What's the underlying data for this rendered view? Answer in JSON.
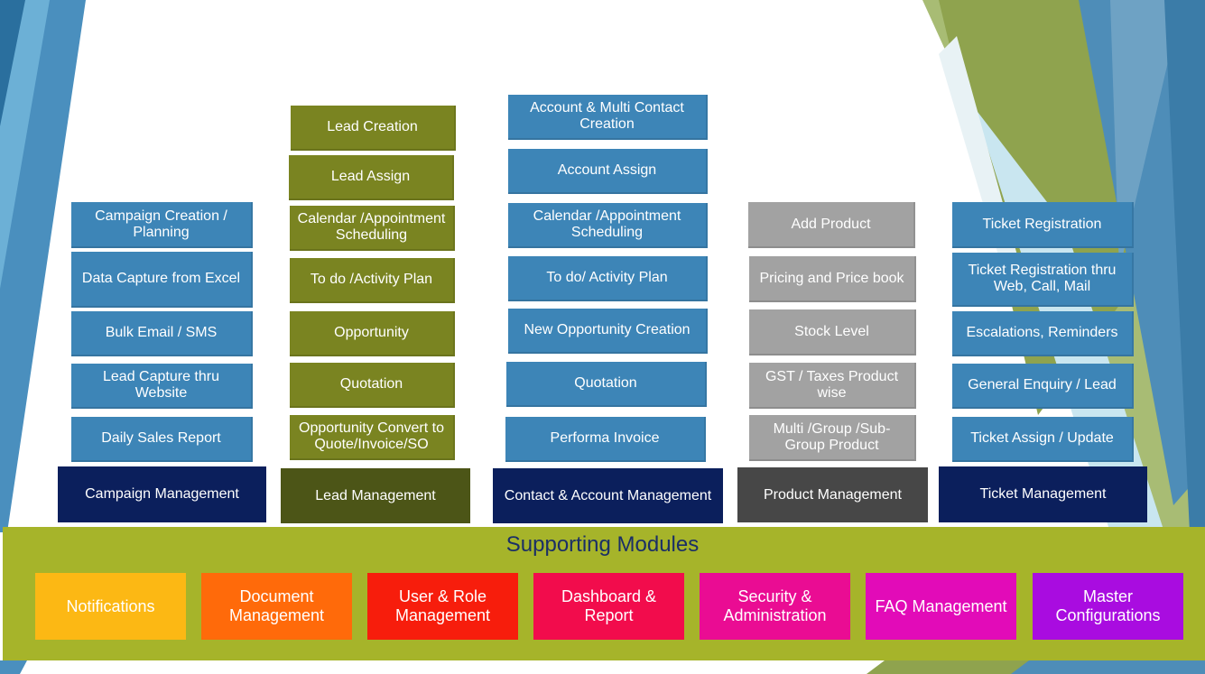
{
  "columns": [
    {
      "header": "Campaign Management",
      "items": [
        "Campaign Creation / Planning",
        "Data Capture from Excel",
        "Bulk Email / SMS",
        "Lead Capture thru Website",
        "Daily Sales Report"
      ]
    },
    {
      "header": "Lead Management",
      "items": [
        "Lead Creation",
        "Lead Assign",
        "Calendar /Appointment Scheduling",
        "To do /Activity Plan",
        "Opportunity",
        "Quotation",
        "Opportunity Convert to Quote/Invoice/SO"
      ]
    },
    {
      "header": "Contact & Account Management",
      "items": [
        "Account & Multi Contact Creation",
        "Account Assign",
        "Calendar /Appointment Scheduling",
        "To do/ Activity Plan",
        "New Opportunity Creation",
        "Quotation",
        "Performa Invoice"
      ]
    },
    {
      "header": "Product Management",
      "items": [
        "Add Product",
        "Pricing and Price book",
        "Stock Level",
        "GST / Taxes Product wise",
        "Multi /Group /Sub-Group Product"
      ]
    },
    {
      "header": "Ticket Management",
      "items": [
        "Ticket Registration",
        "Ticket Registration thru Web, Call, Mail",
        "Escalations, Reminders",
        "General Enquiry / Lead",
        "Ticket Assign / Update"
      ]
    }
  ],
  "supporting": {
    "title": "Supporting Modules",
    "modules": [
      {
        "label": "Notifications",
        "color": "#fcb814"
      },
      {
        "label": "Document Management",
        "color": "#ff6a0a"
      },
      {
        "label": "User & Role Management",
        "color": "#f71d0c"
      },
      {
        "label": "Dashboard & Report",
        "color": "#f20c4c"
      },
      {
        "label": "Security & Administration",
        "color": "#ea0c93"
      },
      {
        "label": "FAQ Management",
        "color": "#e20bb8"
      },
      {
        "label": "Master Configurations",
        "color": "#a90ce0"
      }
    ]
  },
  "colors": {
    "item_blue": "#3d85b7",
    "item_olive": "#7a8421",
    "item_gray": "#a2a2a2",
    "header_navy": "#0b1f5c",
    "header_dark_olive": "#4c5517",
    "header_dark_gray": "#474747",
    "supporting_band": "#a6b42a"
  }
}
